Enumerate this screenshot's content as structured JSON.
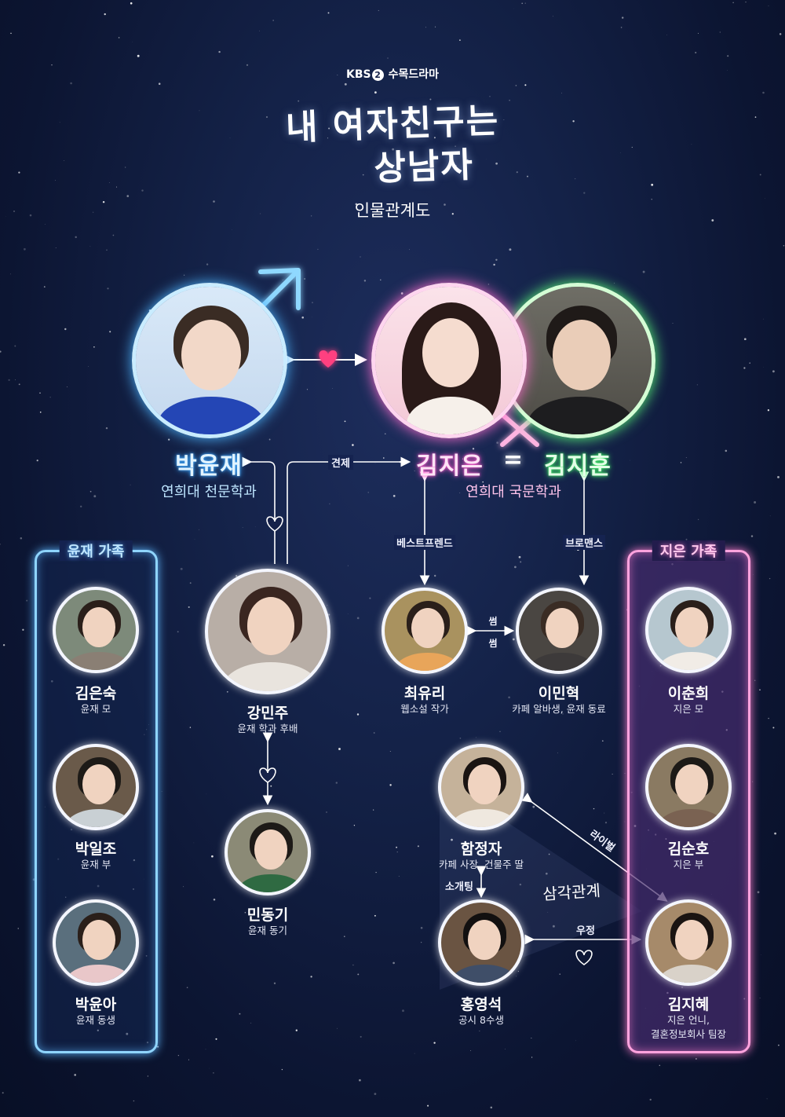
{
  "header": {
    "network": "KBS",
    "network_num": "2",
    "slot": "수목드라마",
    "title_line1": "내 여자친구는",
    "title_line2": "상남자",
    "subtitle": "인물관계도"
  },
  "leads": {
    "yunjae": {
      "name": "박윤재",
      "desc": "연희대 천문학과"
    },
    "jieun": {
      "name": "김지은",
      "desc": "연희대 국문학과"
    },
    "jihun": {
      "name": "김지훈"
    },
    "equals": "="
  },
  "relations": {
    "rivalry": "견제",
    "best_friend": "베스트프렌드",
    "bromance": "브로맨스",
    "some": [
      "썸",
      "썸"
    ],
    "blind_date": "소개팅",
    "rival": "라이벌",
    "triangle": "삼각관계",
    "friendship": "우정"
  },
  "yunjae_family": {
    "label": "윤재 가족",
    "members": [
      {
        "name": "김은숙",
        "desc": "윤재 모"
      },
      {
        "name": "박일조",
        "desc": "윤재 부"
      },
      {
        "name": "박윤아",
        "desc": "윤재 동생"
      }
    ]
  },
  "jieun_family": {
    "label": "지은 가족",
    "members": [
      {
        "name": "이춘희",
        "desc": "지은 모"
      },
      {
        "name": "김순호",
        "desc": "지은 부"
      },
      {
        "name": "김지혜",
        "desc": "지은 언니,",
        "desc2": "결혼정보회사 팀장"
      }
    ]
  },
  "others": {
    "minju": {
      "name": "강민주",
      "desc": "윤재 학과 후배"
    },
    "donggi": {
      "name": "민동기",
      "desc": "윤재 동기"
    },
    "yuri": {
      "name": "최유리",
      "desc": "웹소설 작가"
    },
    "minhyuk": {
      "name": "이민혁",
      "desc": "카페 알바생, 윤재 동료"
    },
    "jeongja": {
      "name": "함정자",
      "desc": "카페 사장, 건물주 딸"
    },
    "youngseok": {
      "name": "홍영석",
      "desc": "공시 8수생"
    }
  },
  "colors": {
    "blue_neon": "#7fd2ff",
    "pink_neon": "#ff8fd2",
    "green_neon": "#8fffa0",
    "heart": "#ff3d7f",
    "purple_panel": "#3b2c63"
  }
}
